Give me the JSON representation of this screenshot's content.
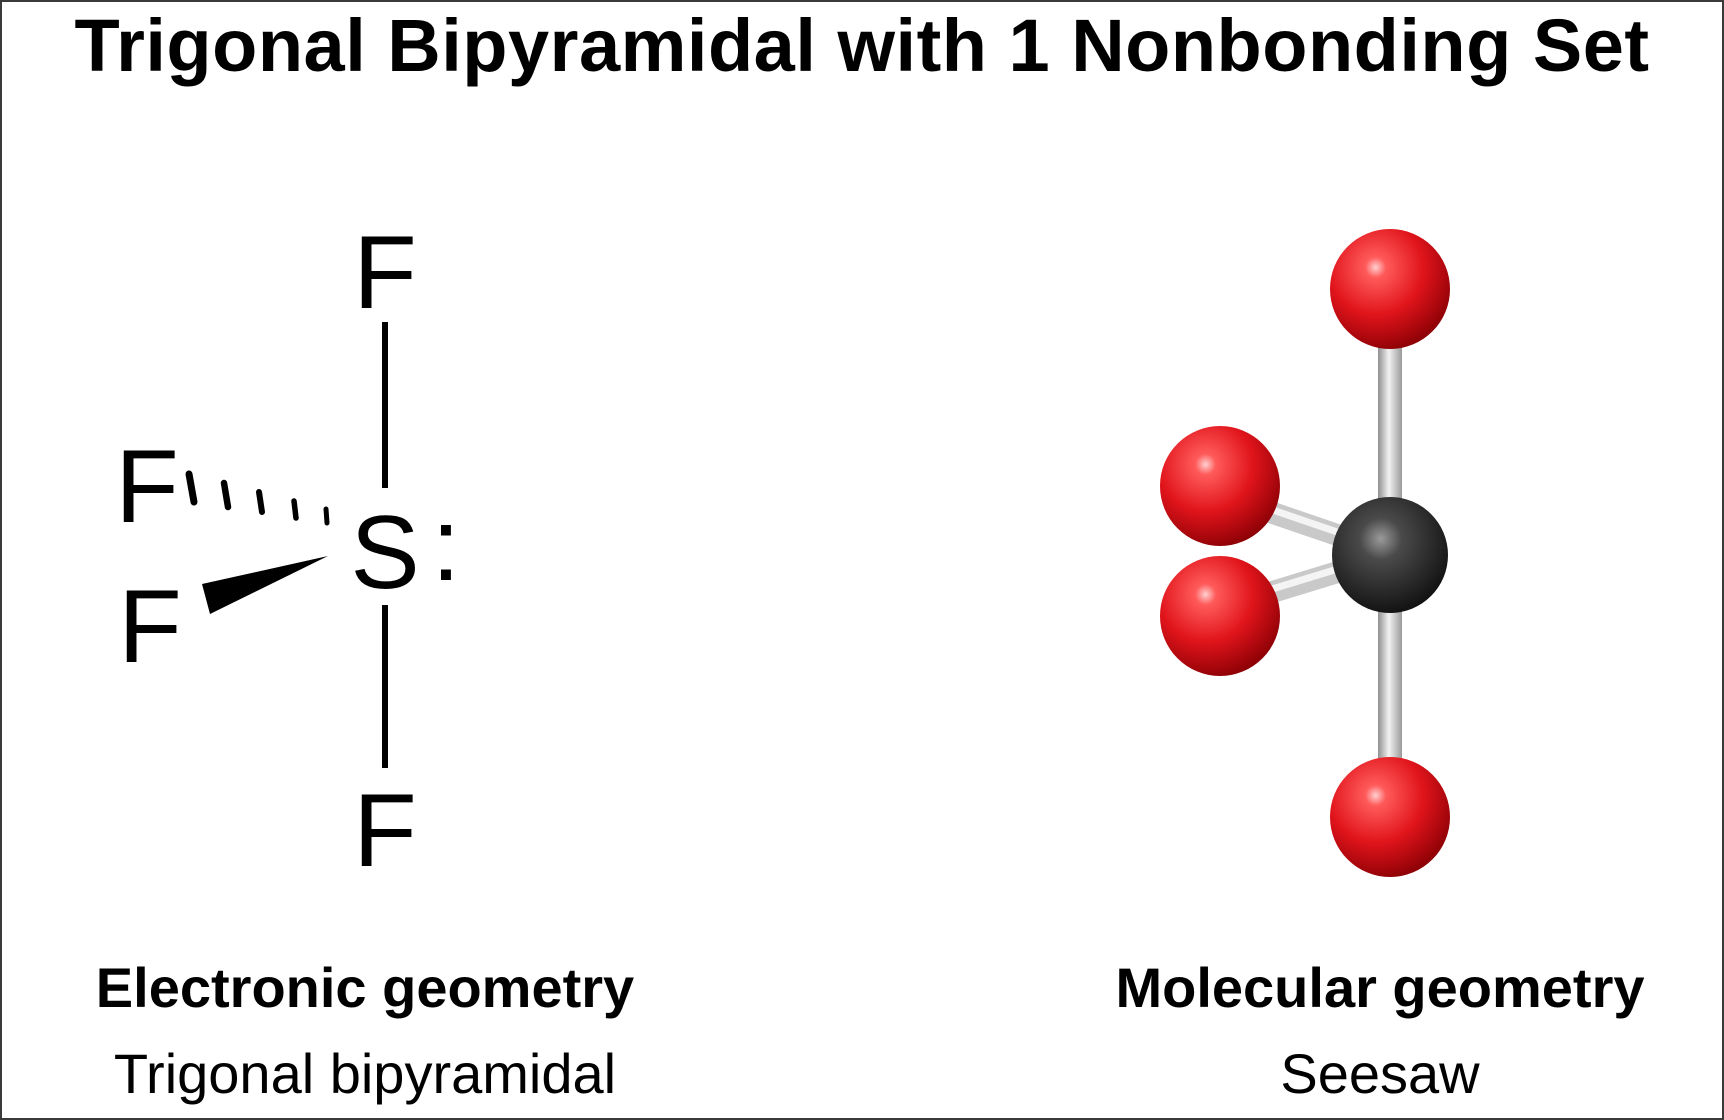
{
  "title": "Trigonal Bipyramidal with 1 Nonbonding Set",
  "lewis_structure": {
    "central_atom": "S",
    "lone_pair": ":",
    "top_atom": "F",
    "bottom_atom": "F",
    "dashed_atom": "F",
    "wedge_atom": "F"
  },
  "ball_and_stick": {
    "outer_atom_color": "#e0141b",
    "central_atom_color": "#2a2a2a",
    "bond_color": "#c9c9c9"
  },
  "captions": {
    "left": {
      "heading": "Electronic geometry",
      "value": "Trigonal bipyramidal"
    },
    "right": {
      "heading": "Molecular geometry",
      "value": "Seesaw"
    }
  }
}
